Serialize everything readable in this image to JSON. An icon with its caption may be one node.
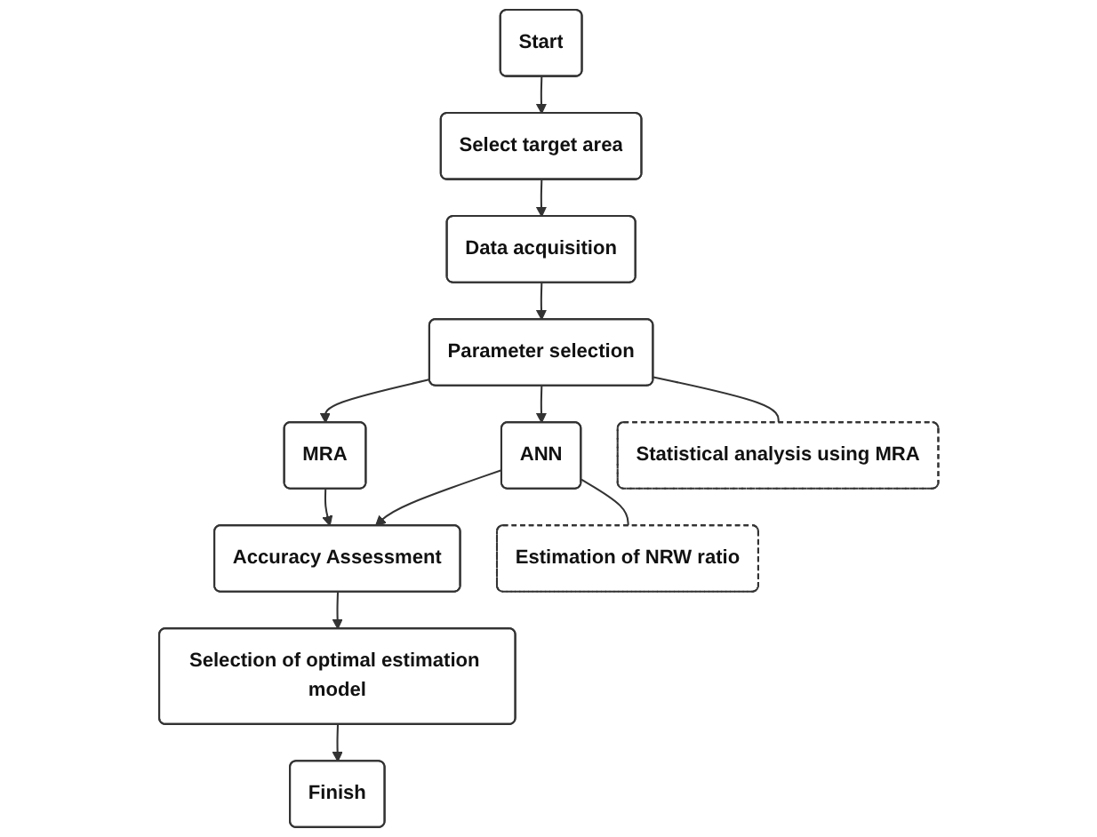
{
  "diagram": {
    "nodes": [
      {
        "text": [
          "Start"
        ]
      },
      {
        "text": [
          "Select target area"
        ]
      },
      {
        "text": [
          "Data acquisition"
        ]
      },
      {
        "text": [
          "Parameter selection"
        ]
      },
      {
        "text": [
          "Statistical analysis using MRA"
        ]
      },
      {
        "text": [
          "MRA"
        ]
      },
      {
        "text": [
          "ANN"
        ]
      },
      {
        "text": [
          "Estimation of NRW ratio"
        ]
      },
      {
        "text": [
          "Accuracy Assessment"
        ]
      },
      {
        "text": [
          "Selection of optimal estimation model"
        ]
      },
      {
        "text": [
          "Finish"
        ]
      }
    ],
    "edges": [
      {
        "from": 0,
        "to": 1,
        "arrow": "to"
      },
      {
        "from": 1,
        "to": 2,
        "arrow": "to"
      },
      {
        "from": 2,
        "to": 3,
        "arrow": "to"
      },
      {
        "from": 3,
        "to": 5,
        "arrow": "to"
      },
      {
        "from": 3,
        "to": 6,
        "arrow": "to"
      },
      {
        "from": 5,
        "to": 8,
        "arrow": "to"
      },
      {
        "from": 6,
        "to": 8,
        "arrow": "to"
      },
      {
        "from": 3,
        "to": 4,
        "arrow": "none"
      },
      {
        "from": 6,
        "to": 7,
        "arrow": "none"
      },
      {
        "from": 8,
        "to": 9,
        "arrow": "to"
      },
      {
        "from": 9,
        "to": 10,
        "arrow": "to"
      }
    ]
  }
}
